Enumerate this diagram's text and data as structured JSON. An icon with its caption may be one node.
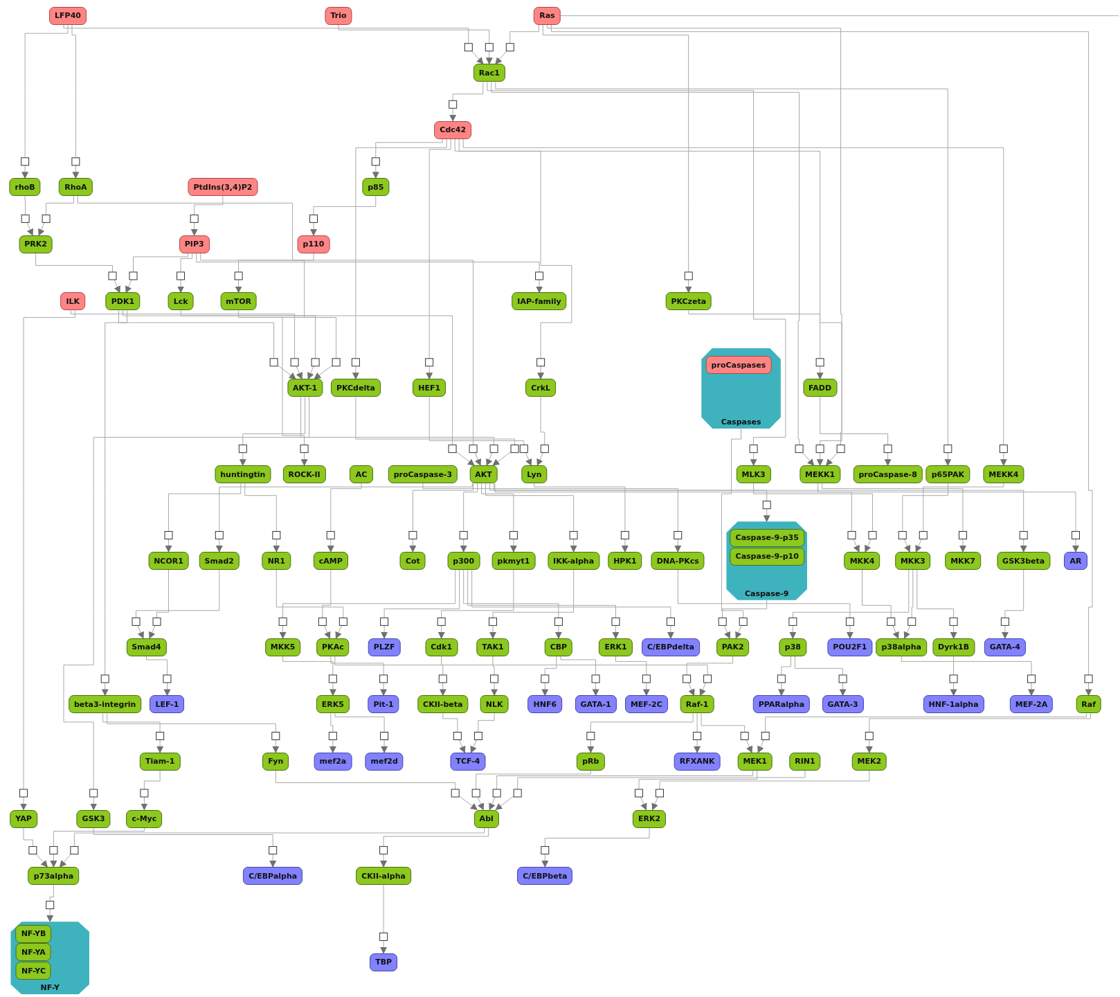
{
  "diagram": {
    "nodes": [
      {
        "text": [
          "LFP40"
        ]
      },
      {
        "text": [
          "Trio"
        ]
      },
      {
        "text": [
          "Ras"
        ]
      },
      {
        "text": [
          "Rac1"
        ]
      },
      {
        "text": [
          "Cdc42"
        ]
      },
      {
        "text": [
          "rhoB"
        ]
      },
      {
        "text": [
          "RhoA"
        ]
      },
      {
        "text": [
          "PtdIns(3,4)P2"
        ]
      },
      {
        "text": [
          "p85"
        ]
      },
      {
        "text": [
          "PRK2"
        ]
      },
      {
        "text": [
          "PIP3"
        ]
      },
      {
        "text": [
          "p110"
        ]
      },
      {
        "text": [
          "ILK"
        ]
      },
      {
        "text": [
          "PDK1"
        ]
      },
      {
        "text": [
          "Lck"
        ]
      },
      {
        "text": [
          "mTOR"
        ]
      },
      {
        "text": [
          "IAP-family"
        ]
      },
      {
        "text": [
          "PKCzeta"
        ]
      },
      {
        "text": [
          "AKT-1"
        ]
      },
      {
        "text": [
          "PKCdelta"
        ]
      },
      {
        "text": [
          "HEF1"
        ]
      },
      {
        "text": [
          "CrkL"
        ]
      },
      {
        "text": [
          "Caspases"
        ]
      },
      {
        "text": [
          "proCaspases"
        ],
        "in": 22
      },
      {
        "text": [
          "FADD"
        ]
      },
      {
        "text": [
          "huntingtin"
        ]
      },
      {
        "text": [
          "ROCK-II"
        ]
      },
      {
        "text": [
          "AC"
        ]
      },
      {
        "text": [
          "proCaspase-3"
        ]
      },
      {
        "text": [
          "AKT"
        ]
      },
      {
        "text": [
          "Lyn"
        ]
      },
      {
        "text": [
          "MLK3"
        ]
      },
      {
        "text": [
          "MEKK1"
        ]
      },
      {
        "text": [
          "proCaspase-8"
        ]
      },
      {
        "text": [
          "p65PAK"
        ]
      },
      {
        "text": [
          "MEKK4"
        ]
      },
      {
        "text": [
          "NCOR1"
        ]
      },
      {
        "text": [
          "Smad2"
        ]
      },
      {
        "text": [
          "NR1"
        ]
      },
      {
        "text": [
          "cAMP"
        ]
      },
      {
        "text": [
          "Cot"
        ]
      },
      {
        "text": [
          "p300"
        ]
      },
      {
        "text": [
          "pkmyt1"
        ]
      },
      {
        "text": [
          "IKK-alpha"
        ]
      },
      {
        "text": [
          "HPK1"
        ]
      },
      {
        "text": [
          "DNA-PKcs"
        ]
      },
      {
        "text": [
          "Caspase-9"
        ]
      },
      {
        "text": [
          "Caspase-9-p35"
        ],
        "in": 46
      },
      {
        "text": [
          "Caspase-9-p10"
        ],
        "in": 46
      },
      {
        "text": [
          "MKK4"
        ]
      },
      {
        "text": [
          "MKK3"
        ]
      },
      {
        "text": [
          "MKK7"
        ]
      },
      {
        "text": [
          "GSK3beta"
        ]
      },
      {
        "text": [
          "AR"
        ]
      },
      {
        "text": [
          "Smad4"
        ]
      },
      {
        "text": [
          "MKK5"
        ]
      },
      {
        "text": [
          "PKAc"
        ]
      },
      {
        "text": [
          "PLZF"
        ]
      },
      {
        "text": [
          "Cdk1"
        ]
      },
      {
        "text": [
          "TAK1"
        ]
      },
      {
        "text": [
          "CBP"
        ]
      },
      {
        "text": [
          "ERK1"
        ]
      },
      {
        "text": [
          "C/EBPdelta"
        ]
      },
      {
        "text": [
          "PAK2"
        ]
      },
      {
        "text": [
          "p38"
        ]
      },
      {
        "text": [
          "POU2F1"
        ]
      },
      {
        "text": [
          "p38alpha"
        ]
      },
      {
        "text": [
          "Dyrk1B"
        ]
      },
      {
        "text": [
          "GATA-4"
        ]
      },
      {
        "text": [
          "beta3-integrin"
        ]
      },
      {
        "text": [
          "LEF-1"
        ]
      },
      {
        "text": [
          "ERK5"
        ]
      },
      {
        "text": [
          "Pit-1"
        ]
      },
      {
        "text": [
          "CKII-beta"
        ]
      },
      {
        "text": [
          "NLK"
        ]
      },
      {
        "text": [
          "HNF6"
        ]
      },
      {
        "text": [
          "GATA-1"
        ]
      },
      {
        "text": [
          "MEF-2C"
        ]
      },
      {
        "text": [
          "Raf-1"
        ]
      },
      {
        "text": [
          "PPARalpha"
        ]
      },
      {
        "text": [
          "GATA-3"
        ]
      },
      {
        "text": [
          "HNF-1alpha"
        ]
      },
      {
        "text": [
          "MEF-2A"
        ]
      },
      {
        "text": [
          "Raf"
        ]
      },
      {
        "text": [
          "Tiam-1"
        ]
      },
      {
        "text": [
          "Fyn"
        ]
      },
      {
        "text": [
          "mef2a"
        ]
      },
      {
        "text": [
          "mef2d"
        ]
      },
      {
        "text": [
          "TCF-4"
        ]
      },
      {
        "text": [
          "pRb"
        ]
      },
      {
        "text": [
          "RFXANK"
        ]
      },
      {
        "text": [
          "MEK1"
        ]
      },
      {
        "text": [
          "RIN1"
        ]
      },
      {
        "text": [
          "MEK2"
        ]
      },
      {
        "text": [
          "YAP"
        ]
      },
      {
        "text": [
          "GSK3"
        ]
      },
      {
        "text": [
          "c-Myc"
        ]
      },
      {
        "text": [
          "Abl"
        ]
      },
      {
        "text": [
          "ERK2"
        ]
      },
      {
        "text": [
          "p73alpha"
        ]
      },
      {
        "text": [
          "C/EBPalpha"
        ]
      },
      {
        "text": [
          "CKII-alpha"
        ]
      },
      {
        "text": [
          "C/EBPbeta"
        ]
      },
      {
        "text": [
          "NF-Y"
        ]
      },
      {
        "text": [
          "NF-YB"
        ],
        "in": 103
      },
      {
        "text": [
          "NF-YA"
        ],
        "in": 103
      },
      {
        "text": [
          "NF-YC"
        ],
        "in": 103
      },
      {
        "text": [
          "TBP"
        ]
      }
    ],
    "edges": [
      {
        "from": 0,
        "to": 3,
        "arrow": "to"
      },
      {
        "from": 1,
        "to": 3,
        "arrow": "to"
      },
      {
        "from": 2,
        "to": 3,
        "arrow": "to"
      },
      {
        "from": 0,
        "to": 5,
        "arrow": "to"
      },
      {
        "from": 0,
        "to": 6,
        "arrow": "to"
      },
      {
        "from": 3,
        "to": 4,
        "arrow": "to"
      },
      {
        "from": 4,
        "to": 8,
        "arrow": "to"
      },
      {
        "from": 5,
        "to": 9,
        "arrow": "to"
      },
      {
        "from": 6,
        "to": 9,
        "arrow": "to"
      },
      {
        "from": 7,
        "to": 10,
        "arrow": "to"
      },
      {
        "from": 8,
        "to": 11,
        "arrow": "to"
      },
      {
        "from": 9,
        "to": 13,
        "arrow": "to"
      },
      {
        "from": 10,
        "to": 13,
        "arrow": "to"
      },
      {
        "from": 10,
        "to": 14,
        "arrow": "to"
      },
      {
        "from": 11,
        "to": 15,
        "arrow": "to"
      },
      {
        "from": 10,
        "to": 16,
        "arrow": "to"
      },
      {
        "from": 2,
        "to": 17,
        "arrow": "to"
      },
      {
        "from": 13,
        "to": 18,
        "arrow": "to"
      },
      {
        "from": 12,
        "to": 18,
        "arrow": "to"
      },
      {
        "from": 14,
        "to": 18,
        "arrow": "to"
      },
      {
        "from": 15,
        "to": 18,
        "arrow": "to"
      },
      {
        "from": 4,
        "to": 19,
        "arrow": "to"
      },
      {
        "from": 4,
        "to": 20,
        "arrow": "to"
      },
      {
        "from": 4,
        "to": 21,
        "arrow": "to"
      },
      {
        "from": 17,
        "to": 24,
        "arrow": "to"
      },
      {
        "from": 13,
        "to": 29,
        "arrow": "to"
      },
      {
        "from": 10,
        "to": 29,
        "arrow": "to"
      },
      {
        "from": 18,
        "to": 29,
        "arrow": "to"
      },
      {
        "from": 19,
        "to": 29,
        "arrow": "to"
      },
      {
        "from": 20,
        "to": 30,
        "arrow": "to"
      },
      {
        "from": 21,
        "to": 30,
        "arrow": "to"
      },
      {
        "from": 18,
        "to": 25,
        "arrow": "to"
      },
      {
        "from": 6,
        "to": 26,
        "arrow": "to"
      },
      {
        "from": 3,
        "to": 31,
        "arrow": "to"
      },
      {
        "from": 3,
        "to": 32,
        "arrow": "to"
      },
      {
        "from": 4,
        "to": 32,
        "arrow": "to"
      },
      {
        "from": 2,
        "to": 32,
        "arrow": "to"
      },
      {
        "from": 24,
        "to": 33,
        "arrow": "to"
      },
      {
        "from": 3,
        "to": 34,
        "arrow": "to"
      },
      {
        "from": 4,
        "to": 35,
        "arrow": "to"
      },
      {
        "from": 25,
        "to": 36,
        "arrow": "to"
      },
      {
        "from": 25,
        "to": 38,
        "arrow": "to"
      },
      {
        "from": 29,
        "to": 37,
        "arrow": "to"
      },
      {
        "from": 27,
        "to": 39,
        "arrow": "to"
      },
      {
        "from": 29,
        "to": 40,
        "arrow": "to"
      },
      {
        "from": 29,
        "to": 41,
        "arrow": "to"
      },
      {
        "from": 29,
        "to": 42,
        "arrow": "to"
      },
      {
        "from": 29,
        "to": 43,
        "arrow": "to"
      },
      {
        "from": 30,
        "to": 44,
        "arrow": "to"
      },
      {
        "from": 28,
        "to": 45,
        "arrow": "to"
      },
      {
        "from": 29,
        "to": 46,
        "arrow": "to"
      },
      {
        "from": 32,
        "to": 49,
        "arrow": "to"
      },
      {
        "from": 31,
        "to": 49,
        "arrow": "to"
      },
      {
        "from": 34,
        "to": 50,
        "arrow": "to"
      },
      {
        "from": 35,
        "to": 50,
        "arrow": "to"
      },
      {
        "from": 32,
        "to": 51,
        "arrow": "to"
      },
      {
        "from": 29,
        "to": 52,
        "arrow": "to"
      },
      {
        "from": 29,
        "to": 53,
        "arrow": "to"
      },
      {
        "from": 37,
        "to": 54,
        "arrow": "to"
      },
      {
        "from": 36,
        "to": 54,
        "arrow": "to"
      },
      {
        "from": 41,
        "to": 55,
        "arrow": "to"
      },
      {
        "from": 39,
        "to": 56,
        "arrow": "to"
      },
      {
        "from": 38,
        "to": 56,
        "arrow": "to"
      },
      {
        "from": 41,
        "to": 57,
        "arrow": "to"
      },
      {
        "from": 42,
        "to": 58,
        "arrow": "to"
      },
      {
        "from": 43,
        "to": 59,
        "arrow": "to"
      },
      {
        "from": 41,
        "to": 60,
        "arrow": "to"
      },
      {
        "from": 41,
        "to": 61,
        "arrow": "to"
      },
      {
        "from": 41,
        "to": 62,
        "arrow": "to"
      },
      {
        "from": 46,
        "to": 63,
        "arrow": "to"
      },
      {
        "from": 22,
        "to": 63,
        "arrow": "to"
      },
      {
        "from": 50,
        "to": 64,
        "arrow": "to"
      },
      {
        "from": 45,
        "to": 65,
        "arrow": "to"
      },
      {
        "from": 49,
        "to": 66,
        "arrow": "to"
      },
      {
        "from": 50,
        "to": 66,
        "arrow": "to"
      },
      {
        "from": 50,
        "to": 67,
        "arrow": "to"
      },
      {
        "from": 52,
        "to": 68,
        "arrow": "to"
      },
      {
        "from": 13,
        "to": 69,
        "arrow": "to"
      },
      {
        "from": 54,
        "to": 70,
        "arrow": "to"
      },
      {
        "from": 55,
        "to": 71,
        "arrow": "to"
      },
      {
        "from": 56,
        "to": 72,
        "arrow": "to"
      },
      {
        "from": 58,
        "to": 73,
        "arrow": "to"
      },
      {
        "from": 59,
        "to": 74,
        "arrow": "to"
      },
      {
        "from": 60,
        "to": 75,
        "arrow": "to"
      },
      {
        "from": 60,
        "to": 76,
        "arrow": "to"
      },
      {
        "from": 61,
        "to": 77,
        "arrow": "to"
      },
      {
        "from": 63,
        "to": 78,
        "arrow": "to"
      },
      {
        "from": 56,
        "to": 78,
        "arrow": "to"
      },
      {
        "from": 64,
        "to": 79,
        "arrow": "to"
      },
      {
        "from": 64,
        "to": 80,
        "arrow": "to"
      },
      {
        "from": 67,
        "to": 81,
        "arrow": "to"
      },
      {
        "from": 66,
        "to": 82,
        "arrow": "to"
      },
      {
        "from": 2,
        "to": 83,
        "arrow": "to"
      },
      {
        "from": 69,
        "to": 84,
        "arrow": "to"
      },
      {
        "from": 69,
        "to": 85,
        "arrow": "to"
      },
      {
        "from": 71,
        "to": 86,
        "arrow": "to"
      },
      {
        "from": 71,
        "to": 87,
        "arrow": "to"
      },
      {
        "from": 73,
        "to": 88,
        "arrow": "to"
      },
      {
        "from": 74,
        "to": 88,
        "arrow": "to"
      },
      {
        "from": 78,
        "to": 89,
        "arrow": "to"
      },
      {
        "from": 78,
        "to": 90,
        "arrow": "to"
      },
      {
        "from": 78,
        "to": 91,
        "arrow": "to"
      },
      {
        "from": 83,
        "to": 91,
        "arrow": "to"
      },
      {
        "from": 83,
        "to": 93,
        "arrow": "to"
      },
      {
        "from": 12,
        "to": 94,
        "arrow": "to"
      },
      {
        "from": 18,
        "to": 95,
        "arrow": "to"
      },
      {
        "from": 84,
        "to": 96,
        "arrow": "to"
      },
      {
        "from": 85,
        "to": 97,
        "arrow": "to"
      },
      {
        "from": 89,
        "to": 97,
        "arrow": "to"
      },
      {
        "from": 91,
        "to": 97,
        "arrow": "to"
      },
      {
        "from": 92,
        "to": 97,
        "arrow": "to"
      },
      {
        "from": 91,
        "to": 98,
        "arrow": "to"
      },
      {
        "from": 93,
        "to": 98,
        "arrow": "to"
      },
      {
        "from": 94,
        "to": 99,
        "arrow": "to"
      },
      {
        "from": 96,
        "to": 99,
        "arrow": "to"
      },
      {
        "from": 97,
        "to": 99,
        "arrow": "to"
      },
      {
        "from": 95,
        "to": 100,
        "arrow": "to"
      },
      {
        "from": 97,
        "to": 101,
        "arrow": "to"
      },
      {
        "from": 98,
        "to": 102,
        "arrow": "to"
      },
      {
        "from": 99,
        "to": 103,
        "arrow": "to"
      },
      {
        "from": 101,
        "to": 107,
        "arrow": "to"
      },
      {
        "from": 2,
        "to": null,
        "arrow": "none"
      }
    ]
  }
}
